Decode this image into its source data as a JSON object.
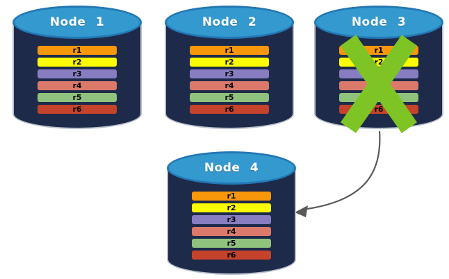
{
  "diagram": {
    "type": "database-replication-failover",
    "colors": {
      "background": "#FFFFFF",
      "cylinder_body": "#1D2A4A",
      "cylinder_top": "#3399CE",
      "cylinder_top_border": "#2377B4",
      "cylinder_outline": "#B9C0CC",
      "x_mark": "#7DC424",
      "arrow": "#5A5A5A",
      "record_text": "#000000",
      "title_text": "#FFFFFF"
    },
    "nodes": [
      {
        "id": "node-1",
        "title": "Node 1",
        "failed": false,
        "records": [
          {
            "label": "r1",
            "color": "#F8970A"
          },
          {
            "label": "r2",
            "color": "#FCFC00"
          },
          {
            "label": "r3",
            "color": "#897DC2"
          },
          {
            "label": "r4",
            "color": "#DB7A6A"
          },
          {
            "label": "r5",
            "color": "#8FC27C"
          },
          {
            "label": "r6",
            "color": "#C5422B"
          }
        ]
      },
      {
        "id": "node-2",
        "title": "Node 2",
        "failed": false,
        "records": [
          {
            "label": "r1",
            "color": "#F8970A"
          },
          {
            "label": "r2",
            "color": "#FCFC00"
          },
          {
            "label": "r3",
            "color": "#897DC2"
          },
          {
            "label": "r4",
            "color": "#DB7A6A"
          },
          {
            "label": "r5",
            "color": "#8FC27C"
          },
          {
            "label": "r6",
            "color": "#C5422B"
          }
        ]
      },
      {
        "id": "node-3",
        "title": "Node 3",
        "failed": true,
        "records": [
          {
            "label": "r1",
            "color": "#F8970A"
          },
          {
            "label": "r2",
            "color": "#FCFC00"
          },
          {
            "label": "r3",
            "color": "#897DC2"
          },
          {
            "label": "r4",
            "color": "#DB7A6A"
          },
          {
            "label": "r5",
            "color": "#8FC27C"
          },
          {
            "label": "r6",
            "color": "#C5422B"
          }
        ]
      },
      {
        "id": "node-4",
        "title": "Node 4",
        "failed": false,
        "records": [
          {
            "label": "r1",
            "color": "#F8970A"
          },
          {
            "label": "r2",
            "color": "#FCFC00"
          },
          {
            "label": "r3",
            "color": "#897DC2"
          },
          {
            "label": "r4",
            "color": "#DB7A6A"
          },
          {
            "label": "r5",
            "color": "#8FC27C"
          },
          {
            "label": "r6",
            "color": "#C5422B"
          }
        ]
      }
    ],
    "arrow": {
      "from": "node-3",
      "to": "node-4"
    }
  }
}
